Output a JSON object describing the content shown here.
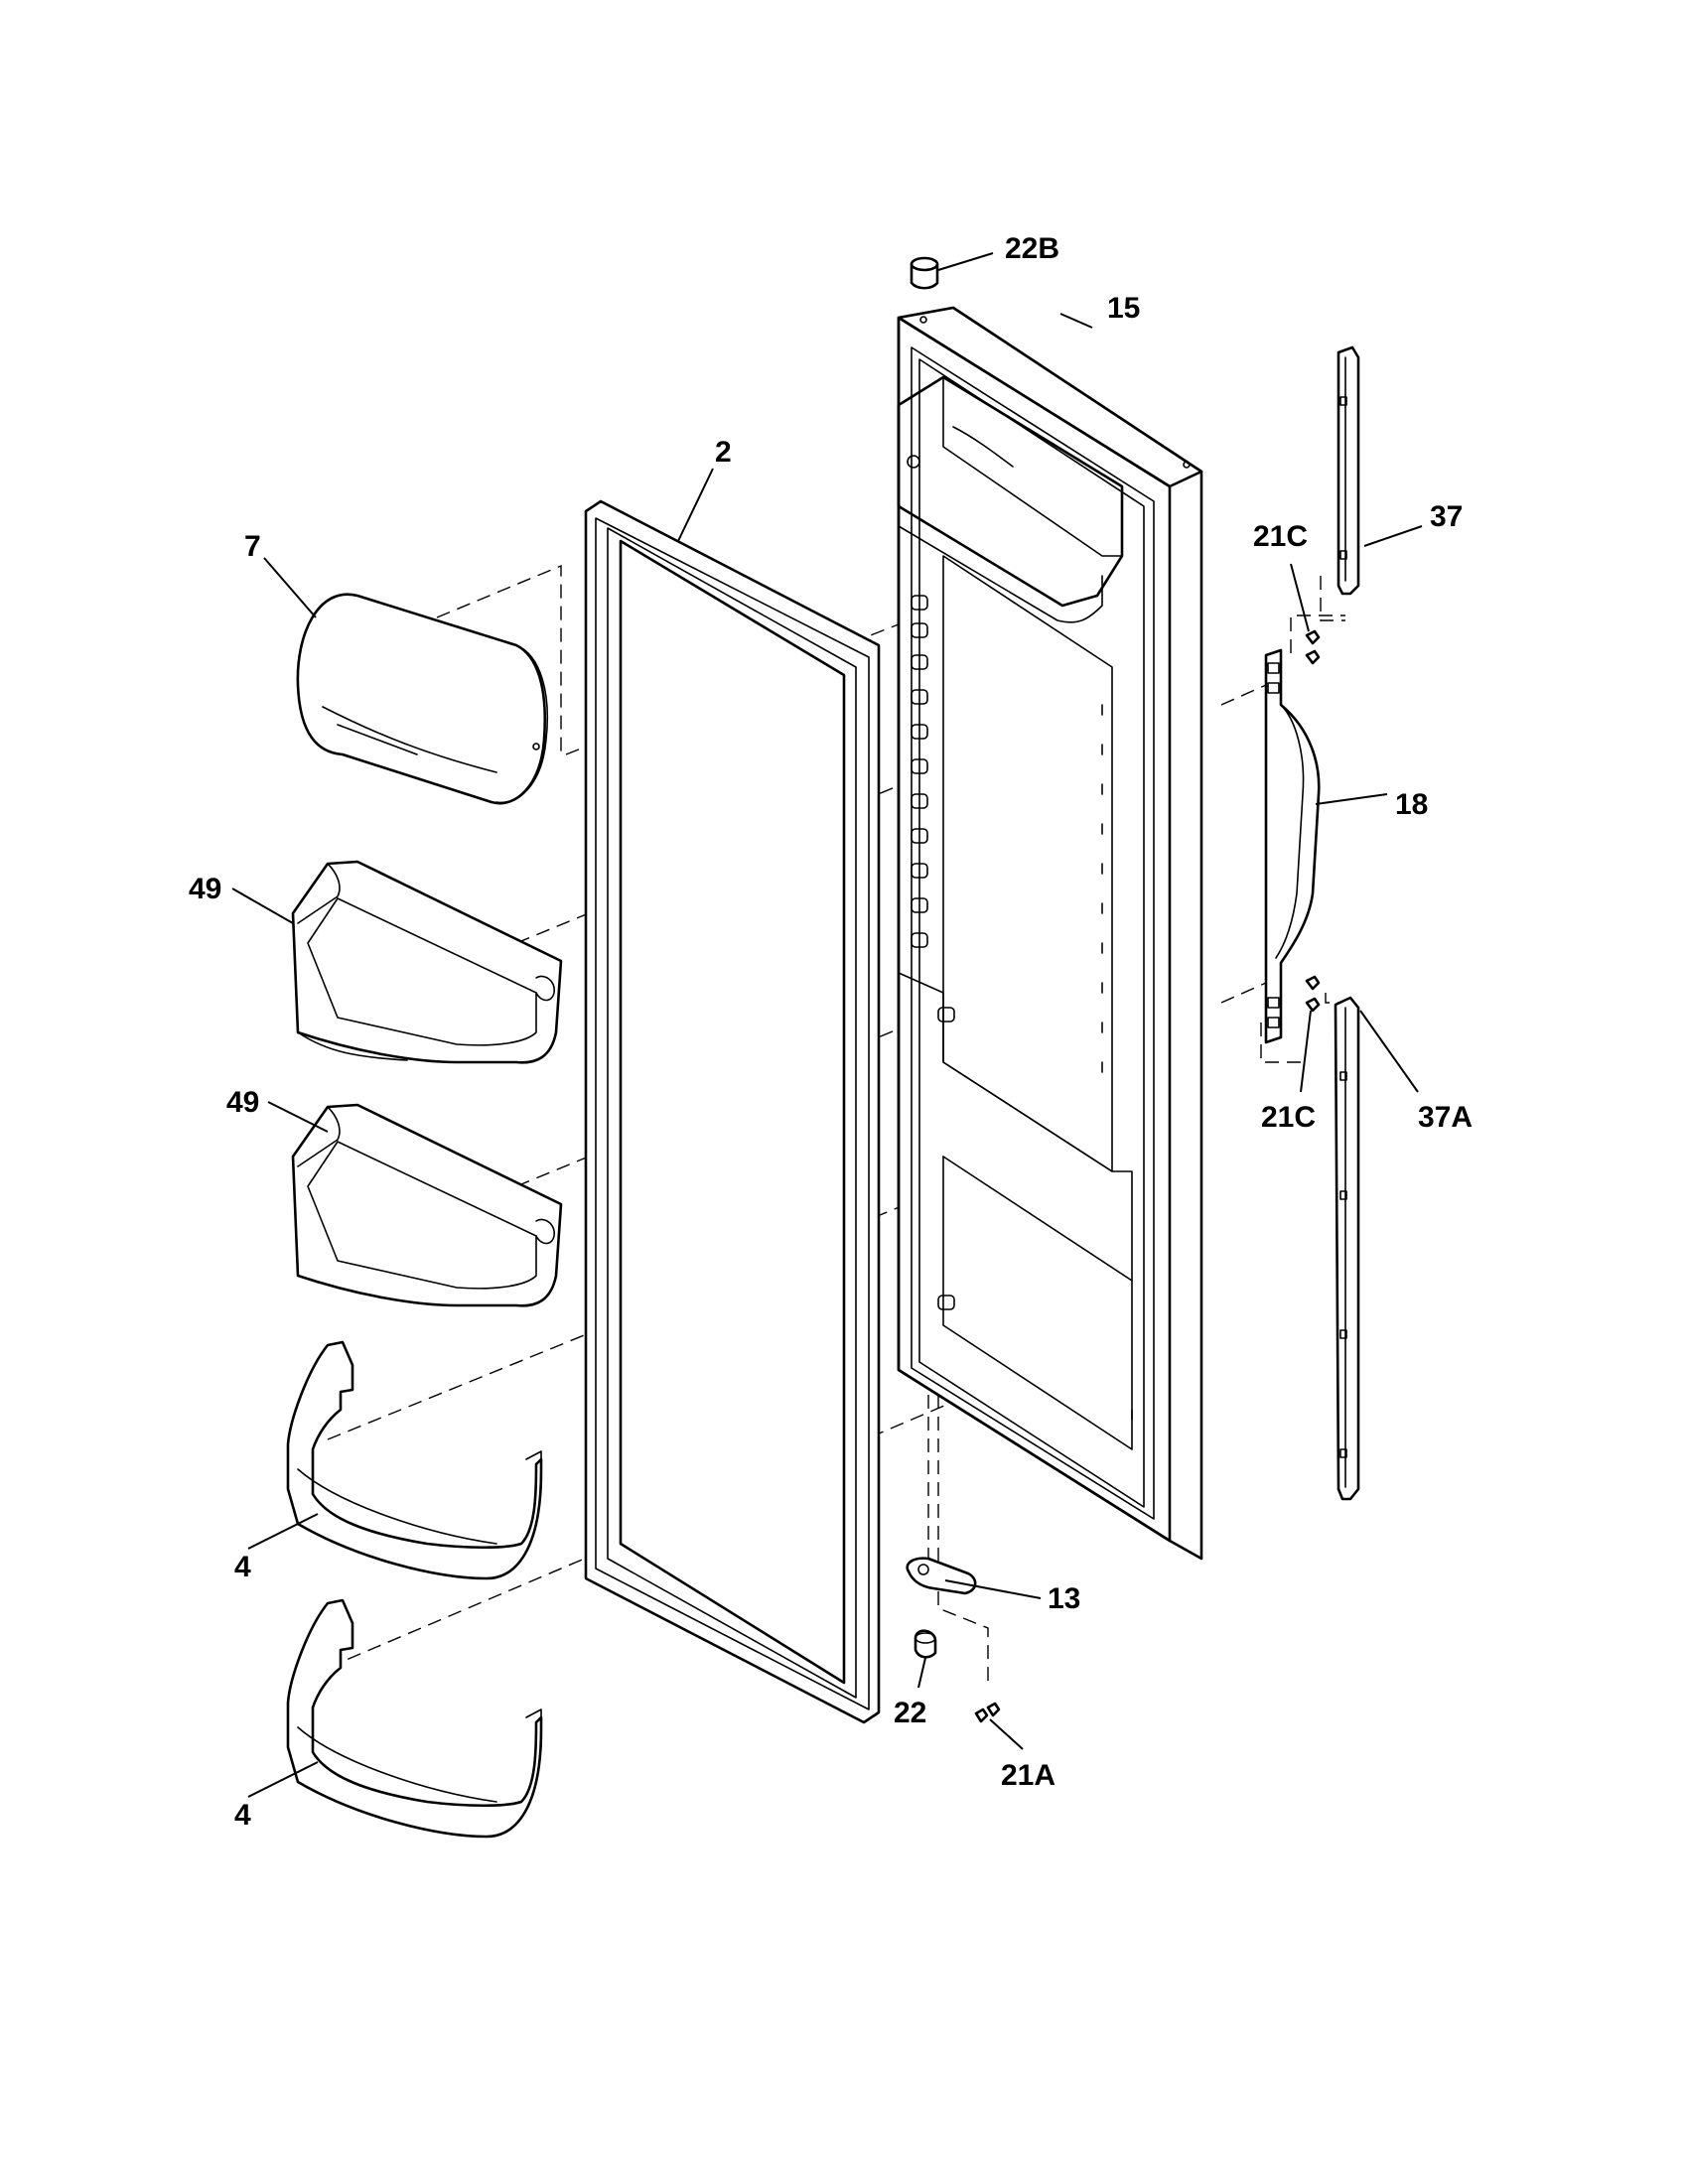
{
  "diagram": {
    "type": "exploded-parts-view",
    "callouts": {
      "p22B": "22B",
      "p15": "15",
      "p2": "2",
      "p7": "7",
      "p37": "37",
      "p21C_top": "21C",
      "p18": "18",
      "p49_upper": "49",
      "p49_lower": "49",
      "p21C_bottom": "21C",
      "p37A": "37A",
      "p4_upper": "4",
      "p4_lower": "4",
      "p13": "13",
      "p22": "22",
      "p21A": "21A"
    }
  }
}
